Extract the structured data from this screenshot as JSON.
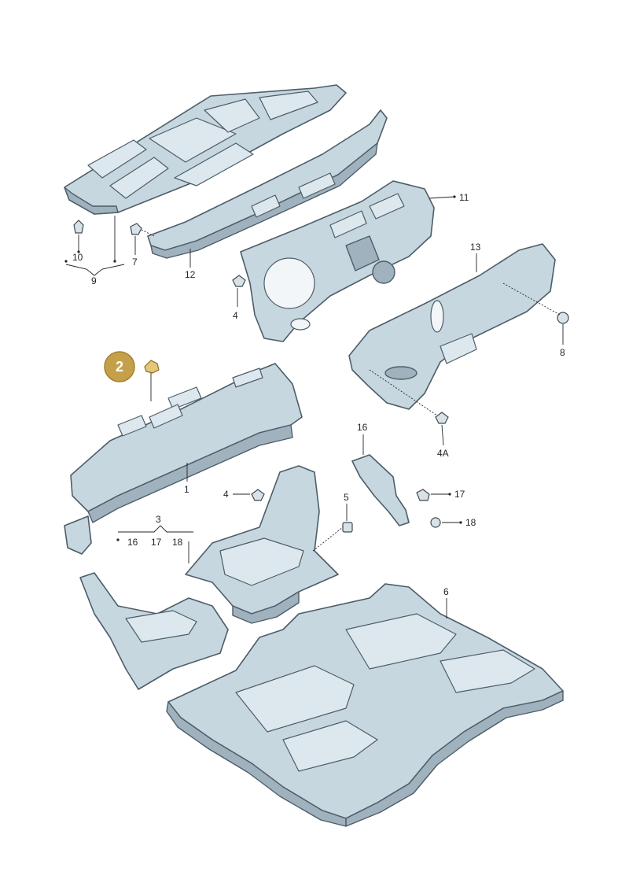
{
  "callouts": {
    "p1": "1",
    "p2": "2",
    "p3": "3",
    "p4a": "4",
    "p4b": "4",
    "p4A": "4A",
    "p5": "5",
    "p6": "6",
    "p7": "7",
    "p8": "8",
    "p9": "9",
    "p10": "10",
    "p11": "11",
    "p12": "12",
    "p13": "13",
    "p16a": "16",
    "p16b": "16",
    "p17a": "17",
    "p17b": "17",
    "p18a": "18",
    "p18b": "18"
  },
  "highlight": {
    "label": "2",
    "color": "#c4a04a"
  }
}
